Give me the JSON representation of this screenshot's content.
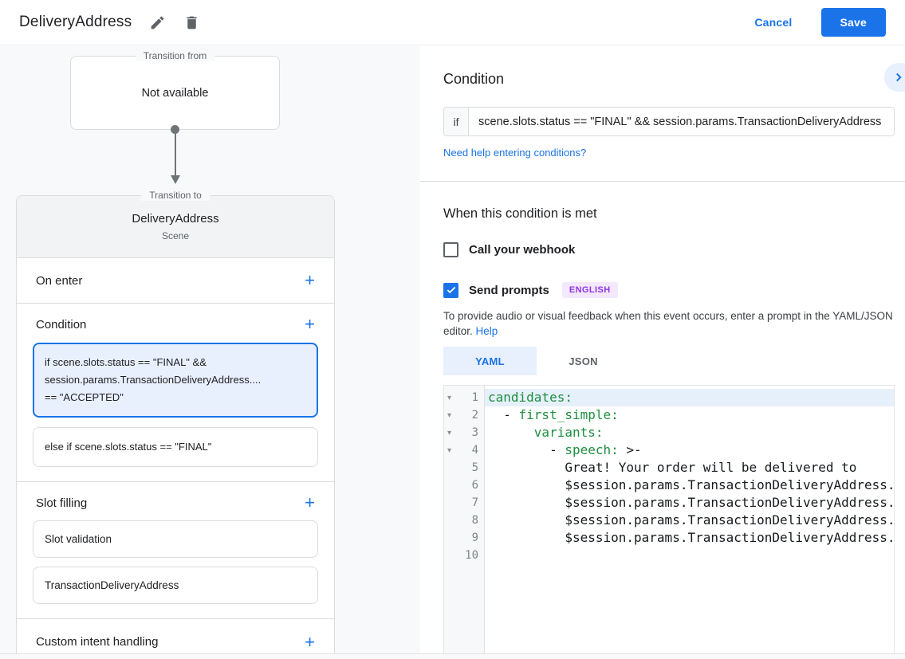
{
  "header": {
    "title": "DeliveryAddress",
    "cancel_label": "Cancel",
    "save_label": "Save"
  },
  "colors": {
    "accent_blue": "#1a73e8",
    "selected_condition_bg": "#e8f0fe",
    "badge_bg": "#f3e8fd",
    "badge_text": "#9334e6",
    "code_key_green": "#1e8e3e",
    "active_line_bg": "#e6f0fb",
    "panel_gray": "#f8f9fa"
  },
  "scene_graph": {
    "transition_from_label": "Transition from",
    "transition_from_value": "Not available",
    "transition_to_label": "Transition to",
    "scene_name": "DeliveryAddress",
    "scene_type_label": "Scene",
    "on_enter_label": "On enter",
    "condition_label": "Condition",
    "conditions": [
      {
        "selected": true,
        "lines": [
          "if scene.slots.status == \"FINAL\" &&",
          "session.params.TransactionDeliveryAddress....",
          "== \"ACCEPTED\""
        ]
      },
      {
        "selected": false,
        "lines": [
          "else if scene.slots.status == \"FINAL\""
        ]
      }
    ],
    "slot_filling_label": "Slot filling",
    "slots": [
      "Slot validation",
      "TransactionDeliveryAddress"
    ],
    "custom_intent_label": "Custom intent handling"
  },
  "condition_panel": {
    "heading": "Condition",
    "if_prefix": "if",
    "if_value": "scene.slots.status == \"FINAL\" && session.params.TransactionDeliveryAddress",
    "help_link": "Need help entering conditions?"
  },
  "when_met_panel": {
    "heading": "When this condition is met",
    "webhook_label": "Call your webhook",
    "webhook_checked": false,
    "send_prompts_label": "Send prompts",
    "send_prompts_checked": true,
    "language_badge": "ENGLISH",
    "description": "To provide audio or visual feedback when this event occurs, enter a prompt in the YAML/JSON editor.",
    "help_label": "Help",
    "tabs": [
      {
        "label": "YAML",
        "active": true
      },
      {
        "label": "JSON",
        "active": false
      }
    ]
  },
  "editor": {
    "lines": [
      {
        "num": "1",
        "fold": true,
        "active": true,
        "segments": [
          {
            "text": "candidates:",
            "kind": "key"
          }
        ]
      },
      {
        "num": "2",
        "fold": true,
        "segments": [
          {
            "text": "  - ",
            "kind": "plain"
          },
          {
            "text": "first_simple:",
            "kind": "key"
          }
        ]
      },
      {
        "num": "3",
        "fold": true,
        "segments": [
          {
            "text": "      ",
            "kind": "plain"
          },
          {
            "text": "variants:",
            "kind": "key"
          }
        ]
      },
      {
        "num": "4",
        "fold": true,
        "segments": [
          {
            "text": "        - ",
            "kind": "plain"
          },
          {
            "text": "speech:",
            "kind": "key"
          },
          {
            "text": " >-",
            "kind": "plain"
          }
        ]
      },
      {
        "num": "5",
        "segments": [
          {
            "text": "          Great! Your order will be delivered to",
            "kind": "plain"
          }
        ]
      },
      {
        "num": "6",
        "segments": [
          {
            "text": "          $session.params.TransactionDeliveryAddress.",
            "kind": "plain"
          }
        ]
      },
      {
        "num": "7",
        "segments": [
          {
            "text": "          $session.params.TransactionDeliveryAddress.",
            "kind": "plain"
          }
        ]
      },
      {
        "num": "8",
        "segments": [
          {
            "text": "          $session.params.TransactionDeliveryAddress.",
            "kind": "plain"
          }
        ]
      },
      {
        "num": "9",
        "segments": [
          {
            "text": "          $session.params.TransactionDeliveryAddress.",
            "kind": "plain"
          }
        ]
      },
      {
        "num": "10",
        "segments": []
      }
    ]
  }
}
